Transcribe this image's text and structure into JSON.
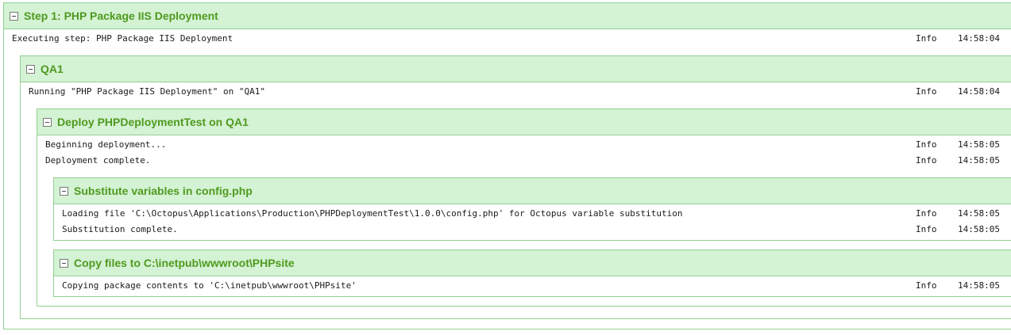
{
  "step1": {
    "title": "Step 1: PHP Package IIS Deployment",
    "lines": [
      {
        "message": "Executing step: PHP Package IIS Deployment",
        "level": "Info",
        "time": "14:58:04"
      }
    ]
  },
  "qa1": {
    "title": "QA1",
    "lines": [
      {
        "message": "Running \"PHP Package IIS Deployment\" on \"QA1\"",
        "level": "Info",
        "time": "14:58:04"
      }
    ]
  },
  "deploy": {
    "title": "Deploy PHPDeploymentTest on QA1",
    "lines": [
      {
        "message": "Beginning deployment...",
        "level": "Info",
        "time": "14:58:05"
      },
      {
        "message": "Deployment complete.",
        "level": "Info",
        "time": "14:58:05"
      }
    ]
  },
  "substitute": {
    "title": "Substitute variables in config.php",
    "lines": [
      {
        "message": "Loading file 'C:\\Octopus\\Applications\\Production\\PHPDeploymentTest\\1.0.0\\config.php' for Octopus variable substitution",
        "level": "Info",
        "time": "14:58:05"
      },
      {
        "message": "Substitution complete.",
        "level": "Info",
        "time": "14:58:05"
      }
    ]
  },
  "copy": {
    "title": "Copy files to C:\\inetpub\\wwwroot\\PHPsite",
    "lines": [
      {
        "message": "Copying package contents to 'C:\\inetpub\\wwwroot\\PHPsite'",
        "level": "Info",
        "time": "14:58:05"
      }
    ]
  }
}
